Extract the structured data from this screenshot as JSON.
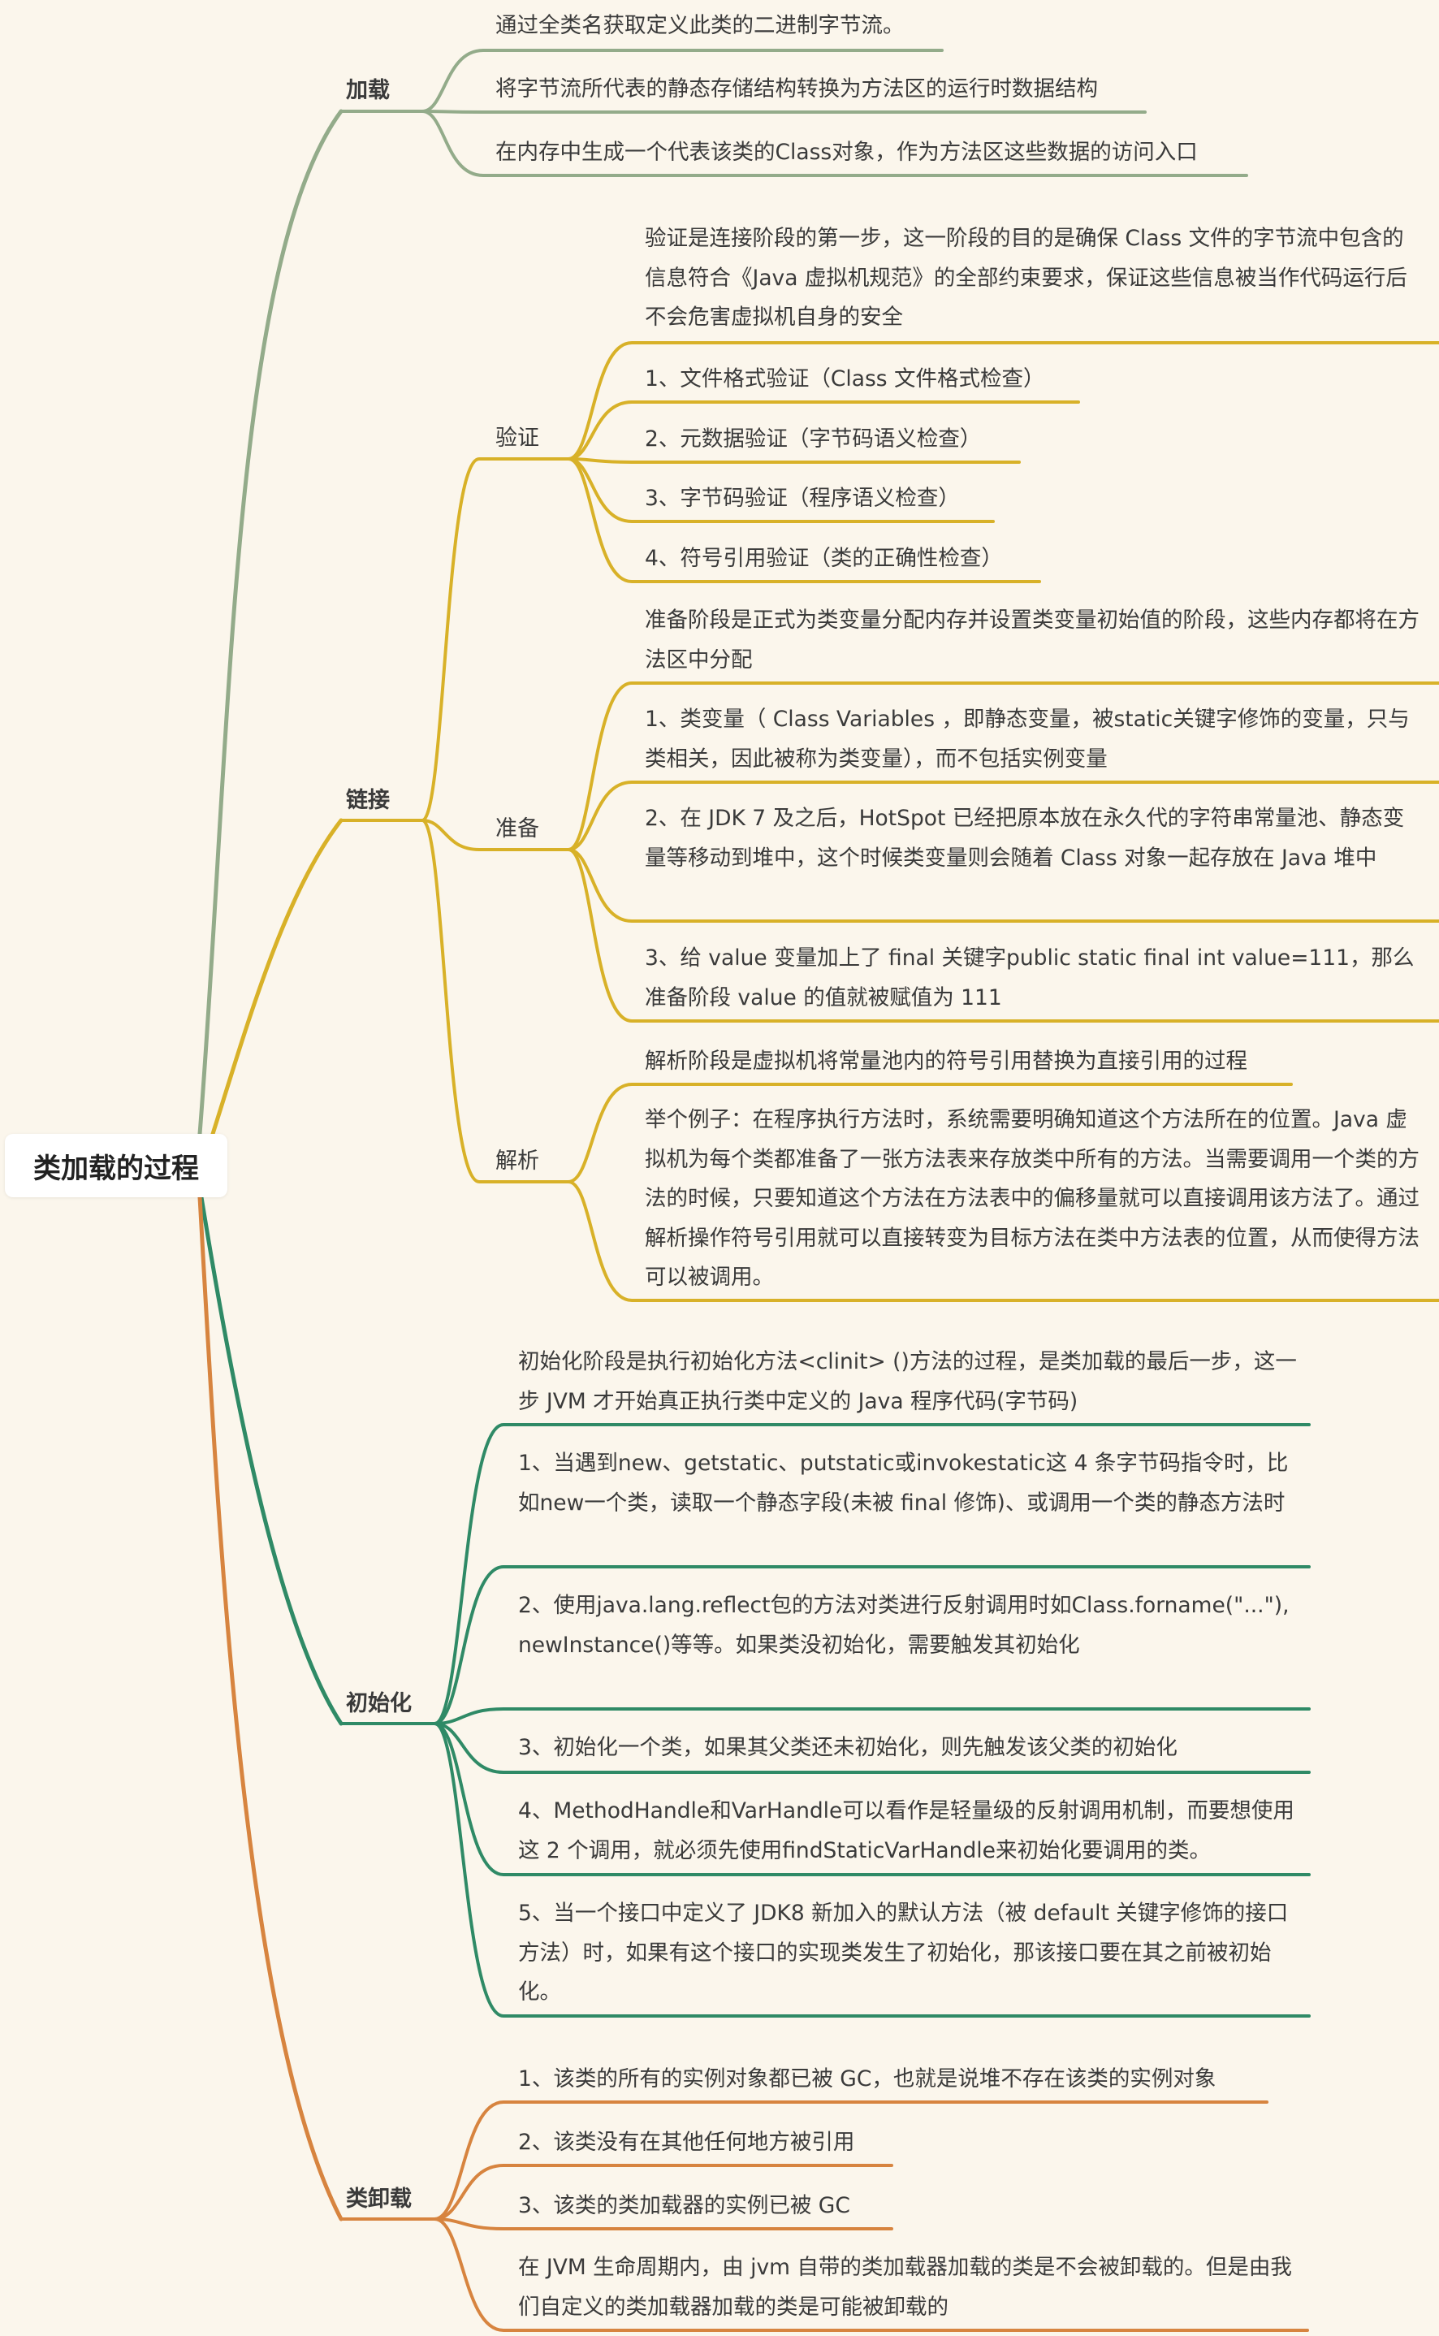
{
  "colors": {
    "loading": "#93ab8a",
    "linking": "#d8b128",
    "initialization": "#2f8a66",
    "unloading": "#d7843f",
    "background": "#fbf6ec"
  },
  "root": "类加载的过程",
  "loading": {
    "label": "加载",
    "items": [
      "通过全类名获取定义此类的二进制字节流。",
      "将字节流所代表的静态存储结构转换为方法区的运行时数据结构",
      "在内存中生成一个代表该类的Class对象，作为方法区这些数据的访问入口"
    ]
  },
  "linking": {
    "label": "链接",
    "verify": {
      "label": "验证",
      "items": [
        "验证是连接阶段的第一步，这一阶段的目的是确保 Class 文件的字节流中包含的信息符合《Java 虚拟机规范》的全部约束要求，保证这些信息被当作代码运行后不会危害虚拟机自身的安全",
        "1、文件格式验证（Class 文件格式检查）",
        "2、元数据验证（字节码语义检查）",
        "3、字节码验证（程序语义检查）",
        "4、符号引用验证（类的正确性检查）"
      ]
    },
    "prepare": {
      "label": "准备",
      "items": [
        "准备阶段是正式为类变量分配内存并设置类变量初始值的阶段，这些内存都将在方法区中分配",
        "1、类变量（ Class Variables ，即静态变量，被static关键字修饰的变量，只与类相关，因此被称为类变量），而不包括实例变量",
        "2、在 JDK 7 及之后，HotSpot 已经把原本放在永久代的字符串常量池、静态变量等移动到堆中，这个时候类变量则会随着 Class 对象一起存放在 Java 堆中",
        "3、给 value 变量加上了 final 关键字public static final int value=111，那么准备阶段 value 的值就被赋值为 111"
      ]
    },
    "resolve": {
      "label": "解析",
      "items": [
        "解析阶段是虚拟机将常量池内的符号引用替换为直接引用的过程",
        "举个例子：在程序执行方法时，系统需要明确知道这个方法所在的位置。Java 虚拟机为每个类都准备了一张方法表来存放类中所有的方法。当需要调用一个类的方法的时候，只要知道这个方法在方法表中的偏移量就可以直接调用该方法了。通过解析操作符号引用就可以直接转变为目标方法在类中方法表的位置，从而使得方法可以被调用。"
      ]
    }
  },
  "initialization": {
    "label": "初始化",
    "items": [
      "初始化阶段是执行初始化方法<clinit> ()方法的过程，是类加载的最后一步，这一步 JVM 才开始真正执行类中定义的 Java 程序代码(字节码)",
      "1、当遇到new、getstatic、putstatic或invokestatic这 4 条字节码指令时，比如new一个类，读取一个静态字段(未被 final 修饰)、或调用一个类的静态方法时",
      "2、使用java.lang.reflect包的方法对类进行反射调用时如Class.forname(\"...\"),newInstance()等等。如果类没初始化，需要触发其初始化",
      "3、初始化一个类，如果其父类还未初始化，则先触发该父类的初始化",
      "4、MethodHandle和VarHandle可以看作是轻量级的反射调用机制，而要想使用这 2 个调用，就必须先使用findStaticVarHandle来初始化要调用的类。",
      "5、当一个接口中定义了 JDK8 新加入的默认方法（被 default 关键字修饰的接口方法）时，如果有这个接口的实现类发生了初始化，那该接口要在其之前被初始化。"
    ]
  },
  "unloading": {
    "label": "类卸载",
    "items": [
      "1、该类的所有的实例对象都已被 GC，也就是说堆不存在该类的实例对象",
      "2、该类没有在其他任何地方被引用",
      "3、该类的类加载器的实例已被 GC",
      "在 JVM 生命周期内，由 jvm 自带的类加载器加载的类是不会被卸载的。但是由我们自定义的类加载器加载的类是可能被卸载的"
    ]
  }
}
